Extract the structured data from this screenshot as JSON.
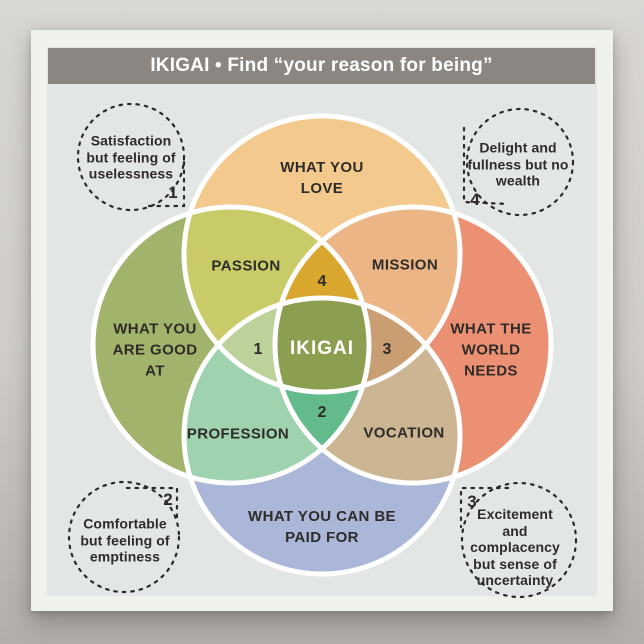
{
  "title": "IKIGAI • Find “your reason for being”",
  "colors": {
    "title_bar": "#8b8681",
    "love": "#f4c98e",
    "good": "#a2b46b",
    "needs": "#ec9074",
    "paid": "#abb7d9",
    "passion": "#c9cb68",
    "mission": "#ecb586",
    "profession": "#9fd2ae",
    "vocation": "#ccb592",
    "lens_1": "#bcd29a",
    "lens_2": "#63bb8b",
    "lens_3": "#c99e72",
    "lens_4": "#d9a72e",
    "center": "#8c9e4f",
    "outline": "#ffffff"
  },
  "diagram": {
    "circle_labels": {
      "love": [
        "WHAT YOU",
        "LOVE"
      ],
      "good": [
        "WHAT YOU",
        "ARE GOOD",
        "AT"
      ],
      "needs": [
        "WHAT THE",
        "WORLD",
        "NEEDS"
      ],
      "paid": [
        "WHAT YOU CAN BE",
        "PAID FOR"
      ]
    },
    "overlap_labels": {
      "passion": "PASSION",
      "mission": "MISSION",
      "profession": "PROFESSION",
      "vocation": "VOCATION"
    },
    "center_label": "IKIGAI",
    "numbers": {
      "n1": "1",
      "n2": "2",
      "n3": "3",
      "n4": "4"
    }
  },
  "callouts": {
    "top_left": {
      "number": "1",
      "lines": [
        "Satisfaction",
        "but feeling of",
        "uselessness"
      ]
    },
    "top_right": {
      "number": "4",
      "lines": [
        "Delight and",
        "fullness but no",
        "wealth"
      ]
    },
    "bottom_left": {
      "number": "2",
      "lines": [
        "Comfortable",
        "but feeling of",
        "emptiness"
      ]
    },
    "bottom_right": {
      "number": "3",
      "lines": [
        "Excitement",
        "and",
        "complacency",
        "but sense of",
        "uncertainty"
      ]
    }
  }
}
